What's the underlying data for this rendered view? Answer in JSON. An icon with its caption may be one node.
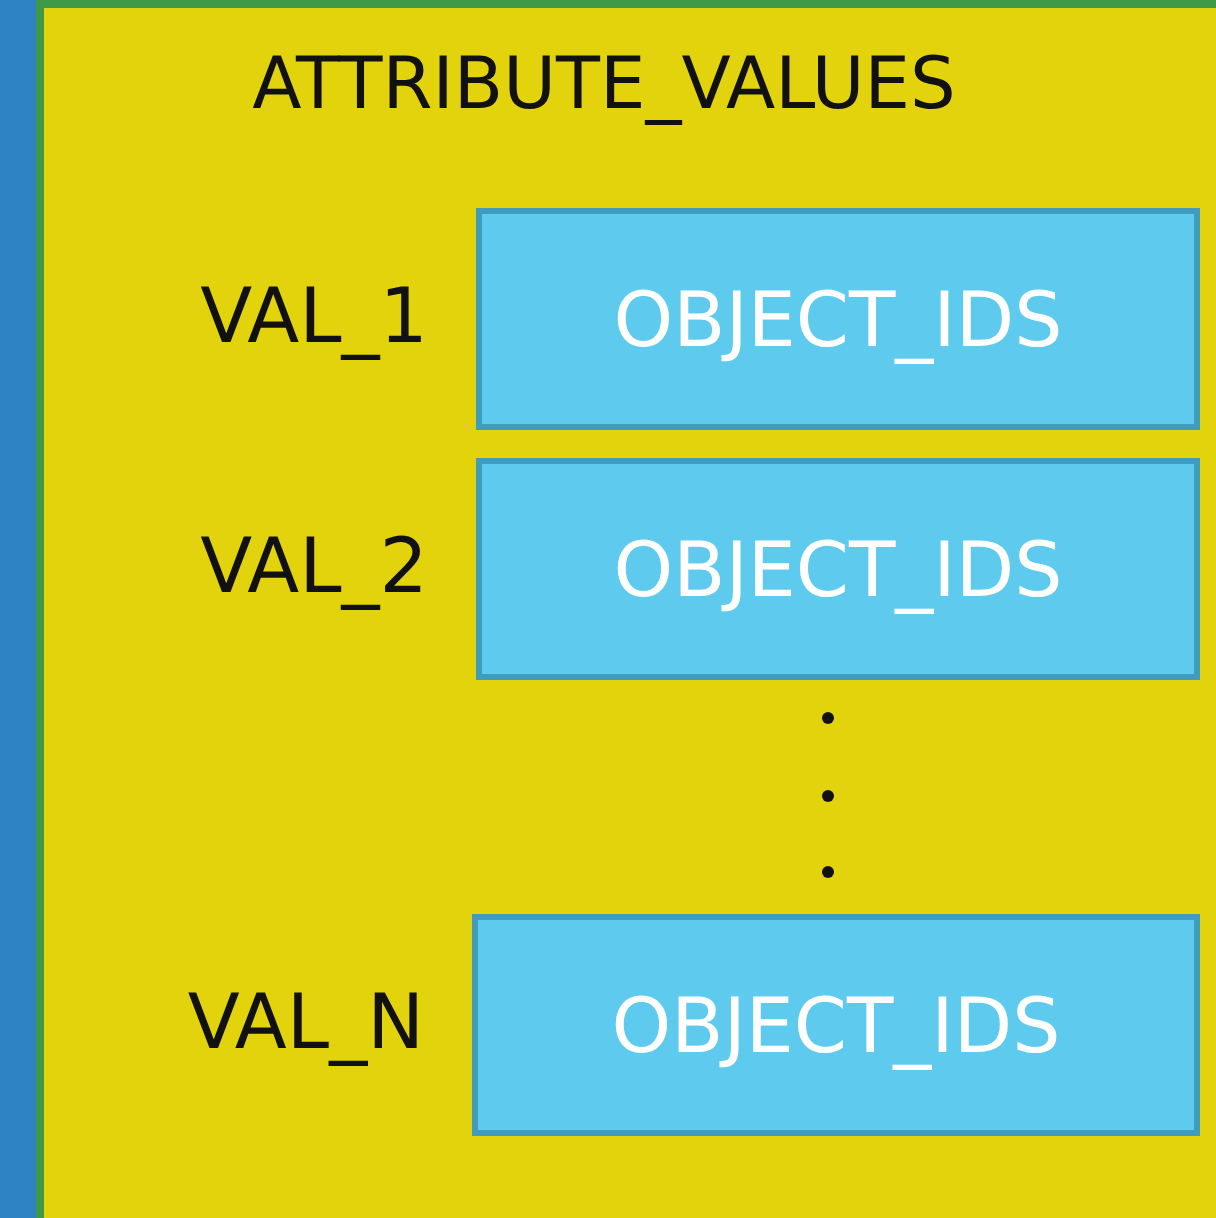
{
  "diagram": {
    "nodes": [
      {
        "text": [],
        "shape": "bar"
      },
      {
        "text": [
          "ATTRIBUTE_VALUES"
        ]
      },
      {
        "text": [
          "OBJECT_IDS"
        ],
        "in": 1,
        "beside": [
          "VAL_1"
        ]
      },
      {
        "text": [
          "OBJECT_IDS"
        ],
        "in": 1,
        "beside": [
          "VAL_2"
        ]
      },
      {
        "text": [
          "OBJECT_IDS"
        ],
        "in": 1,
        "beside": [
          "VAL_N"
        ]
      }
    ]
  }
}
